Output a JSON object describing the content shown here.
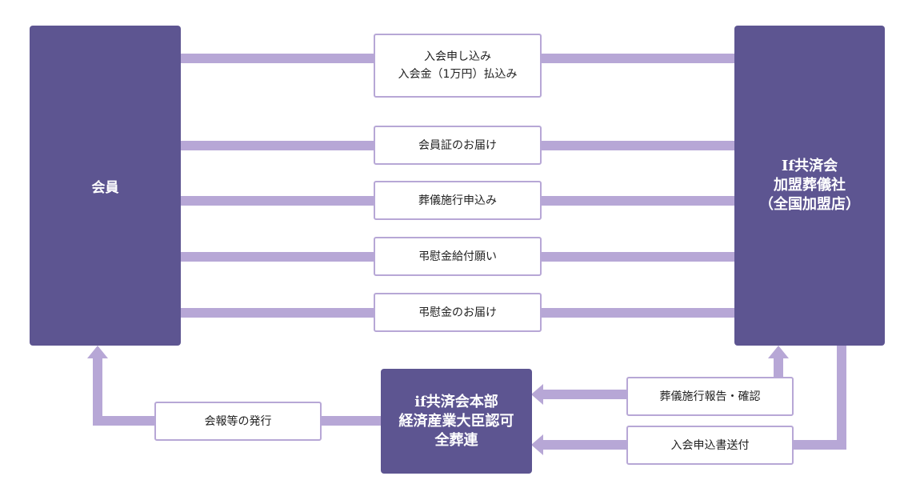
{
  "nodes": {
    "member": "会員",
    "company_lines": [
      "If共済会",
      "加盟葬儀社",
      "（全国加盟店）"
    ],
    "hq_lines": [
      "if共済会本部",
      "経済産業大臣認可",
      "全葬連"
    ]
  },
  "flows": {
    "application_lines": [
      "入会申し込み",
      "入会金（1万円）払込み"
    ],
    "member_card": "会員証のお届け",
    "funeral_request": "葬儀施行申込み",
    "condolence_request": "弔慰金給付願い",
    "condolence_delivery": "弔慰金のお届け",
    "report": "葬儀施行報告・確認",
    "application_form": "入会申込書送付",
    "newsletter": "会報等の発行"
  },
  "colors": {
    "node": "#5d5591",
    "connector": "#b7a7d6"
  }
}
